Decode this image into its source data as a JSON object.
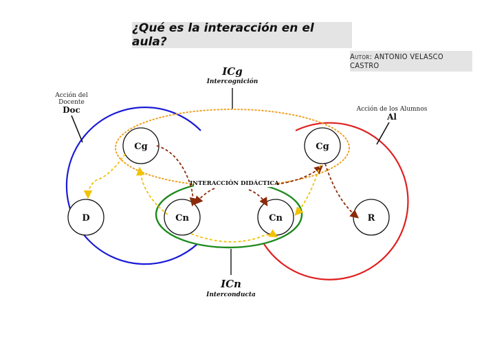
{
  "header": {
    "title": "¿Qué es la interacción en el aula?",
    "author": "Autor: ANTONIO VELASCO CASTRO"
  },
  "diagram": {
    "icg_label": "ICg",
    "icg_sublabel": "Intercognición",
    "icn_label": "ICn",
    "icn_sublabel": "Interconducta",
    "docente_label_line1": "Acción del",
    "docente_label_line2": "Docente",
    "docente_abbr": "Doc",
    "alumnos_label": "Acción de los Alumnos",
    "alumnos_abbr": "Al",
    "center_label": "INTERACCIÓN DIDÁCTICA",
    "nodes": {
      "cg_left": "Cg",
      "cg_right": "Cg",
      "d": "D",
      "cn_left": "Cn",
      "cn_right": "Cn",
      "r": "R"
    },
    "colors": {
      "docente": "#1a1ad6",
      "alumnos": "#e01e1e",
      "interconducta": "#1e8a1e",
      "intercognicion": "#f0a020",
      "arrow_brown": "#8b2a0a",
      "arrow_yellow": "#f2c200"
    }
  }
}
